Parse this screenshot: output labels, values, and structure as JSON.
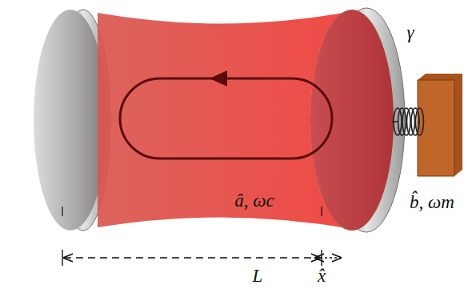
{
  "diagram": {
    "labels": [
      "â, ωc",
      "γ",
      "b̂, ωm",
      "L",
      "x̂"
    ]
  }
}
